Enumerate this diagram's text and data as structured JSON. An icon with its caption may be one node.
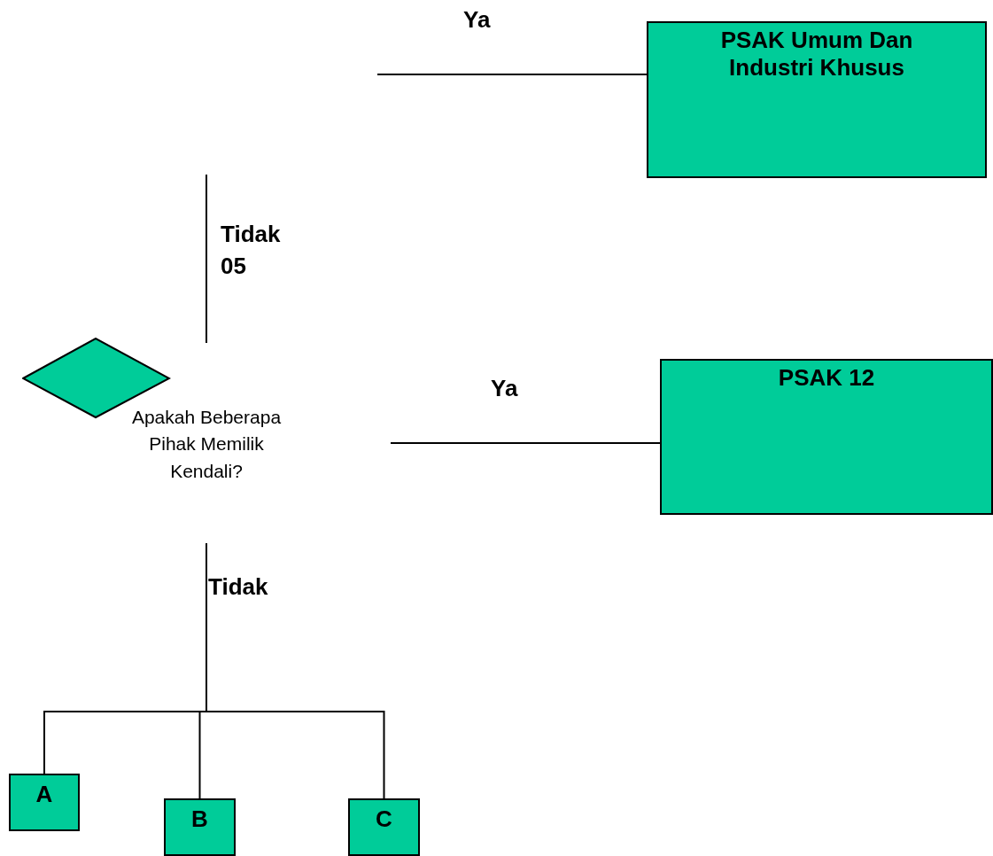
{
  "diagram": {
    "nodes": [
      {
        "text": [
          "PSAK Umum Dan Industri Khusus"
        ]
      },
      {
        "text": [
          "PSAK 12"
        ]
      },
      {
        "text": [
          "Apakah Beberapa Pihak Memilik Kendali?"
        ]
      },
      {
        "text": [
          "A"
        ]
      },
      {
        "text": [
          "B"
        ]
      },
      {
        "text": [
          "C"
        ]
      }
    ],
    "edges": [
      {
        "from": null,
        "to": 0,
        "arrow": "none",
        "label": "Ya"
      },
      {
        "from": null,
        "to": 1,
        "arrow": "none",
        "label": "Ya"
      },
      {
        "from": 2,
        "to": 3,
        "arrow": "none"
      },
      {
        "from": 2,
        "to": 4,
        "arrow": "none",
        "label": "Tidak"
      },
      {
        "from": 2,
        "to": 5,
        "arrow": "none"
      }
    ],
    "labels": [
      "Tidak 05"
    ]
  }
}
